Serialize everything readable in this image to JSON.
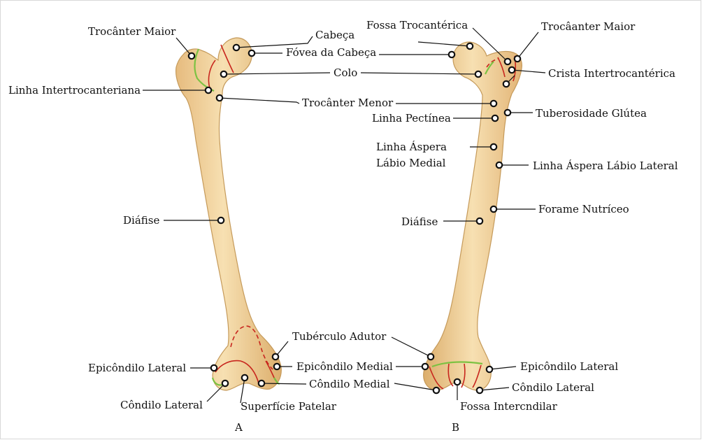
{
  "figure_A": {
    "caption": "A",
    "labels": {
      "trocanter_maior": "Trocânter Maior",
      "cabeca": "Cabeça",
      "fovea_cabeca": "Fóvea da Cabeça",
      "colo": "Colo",
      "linha_intertrocanteriana": "Linha Intertrocanteriana",
      "trocanter_menor": "Trocânter Menor",
      "diafise": "Diáfise",
      "tuberculo_adutor": "Tubérculo Adutor",
      "epicondilo_lateral": "Epicôndilo Lateral",
      "epicondilo_medial": "Epicôndilo Medial",
      "condilo_medial": "Côndilo Medial",
      "condilo_lateral": "Côndilo Lateral",
      "superficie_patelar": "Superfície Patelar"
    }
  },
  "figure_B": {
    "caption": "B",
    "labels": {
      "fossa_trocanterica": "Fossa Trocantérica",
      "trocanter_maior": "Trocâanter Maior",
      "crista_intertrocanterica": "Crista Intertrocantérica",
      "tuberosidade_glutea": "Tuberosidade Glútea",
      "linha_pectinea": "Linha Pectínea",
      "linha_aspera_medial_1": "Linha Áspera",
      "linha_aspera_medial_2": "Lábio Medial",
      "linha_aspera_lateral": "Linha Áspera Lábio Lateral",
      "forame_nutriceo": "Forame Nutríceo",
      "diafise": "Diáfise",
      "epicondilo_lateral": "Epicôndilo Lateral",
      "condilo_lateral": "Côndilo Lateral",
      "fossa_intercondilar": "Fossa Intercndilar"
    }
  },
  "colors": {
    "bone": "#f4d8a4",
    "bone_shadow": "#dcae6c",
    "outline": "#c59a5a",
    "red_line": "#c8261e",
    "green_line": "#7cc242"
  }
}
